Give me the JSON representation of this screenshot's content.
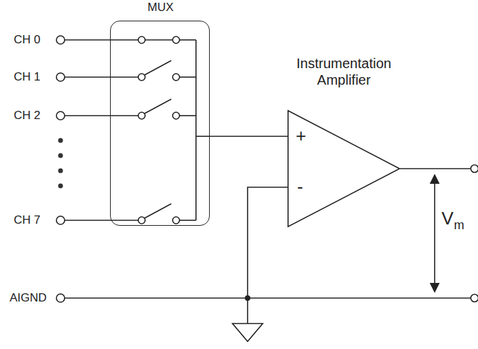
{
  "diagram": {
    "nodes": [
      {
        "text": [
          "MUX"
        ]
      },
      {
        "text": [
          "Instrumentation Amplifier",
          "+",
          "-"
        ]
      }
    ],
    "edges": [
      {
        "from": 0,
        "to": 1,
        "arrow": "none"
      }
    ],
    "labels": [
      "CH 0",
      "CH 1",
      "CH 2",
      "CH 7",
      "AIGND",
      "V",
      "m"
    ]
  }
}
